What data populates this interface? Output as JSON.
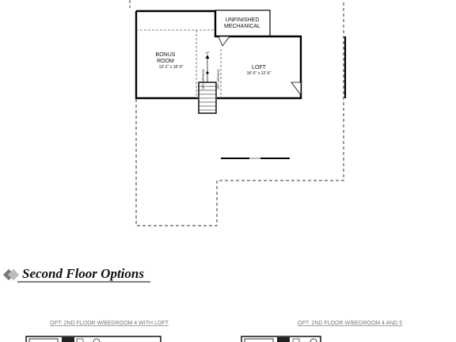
{
  "rooms": {
    "mechanical": {
      "line1": "UNFINISHED",
      "line2": "MECHANICAL"
    },
    "bonus": {
      "line1": "BONUS",
      "line2": "ROOM",
      "dims": "13'-2\" x 18'-9\""
    },
    "loft": {
      "name": "LOFT",
      "dims": "18'-5\" x 12'-6\""
    }
  },
  "stair": {
    "label_up": "UP",
    "label_left": "OPT. OPENING",
    "label_right": "OPT. OPENING"
  },
  "section": {
    "title": "Second Floor Options"
  },
  "options": [
    {
      "label": "OPT. 2ND FLOOR W/BEDROOM 4 WITH LOFT"
    },
    {
      "label": "OPT. 2ND FLOOR W/BEDROOM 4 AND 5"
    }
  ]
}
